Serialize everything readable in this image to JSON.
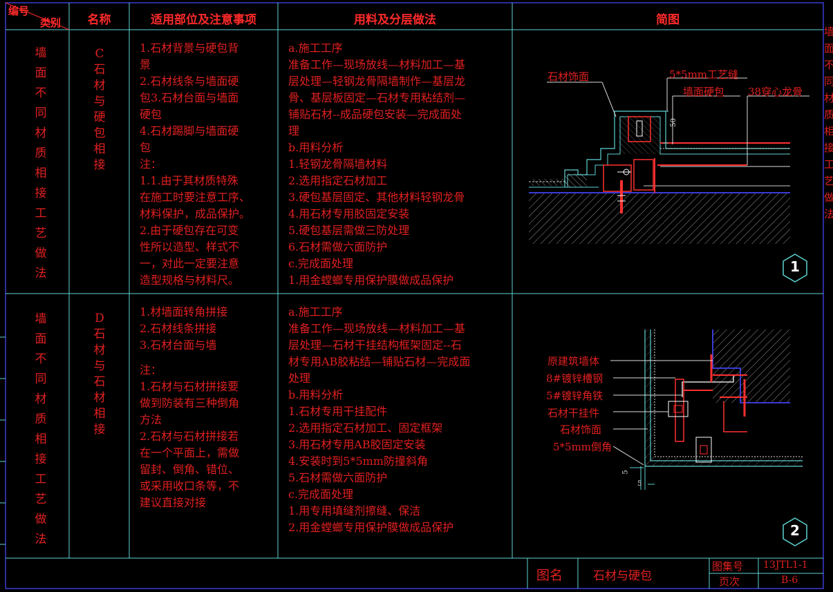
{
  "header": {
    "corner_top": "编号",
    "corner_bottom": "类别",
    "name": "名称",
    "applicable": "适用部位及注意事项",
    "materials": "用料及分层做法",
    "diagram": "简图"
  },
  "rows": [
    {
      "category": "墙面不同材质相接工艺做法",
      "name": "C石材与硬包相接",
      "notes": [
        "1.石材背景与硬包背",
        "景",
        "2.石材线条与墙面硬",
        "包3.石材台面与墙面",
        "硬包",
        "4.石材踢脚与墙面硬",
        "包",
        "注：",
        "1.1.由于其材质特殊",
        "在施工时要注意工序、",
        "材料保护，成品保护。",
        "2.由于硬包存在可变",
        "性所以造型、样式不",
        "一，对此一定要注意",
        "造型规格与材料尺。"
      ],
      "method": [
        "a.施工工序",
        "准备工作—现场放线—材料加工—基",
        "层处理—轻钢龙骨隔墙制作—基层龙",
        "骨、基层板固定—石材专用粘结剂—",
        "铺贴石材--成品硬包安装—完成面处",
        "理",
        "b.用料分析",
        "1.轻钢龙骨隔墙材料",
        "2.选用指定石材加工",
        "3.硬包基层固定、其他材料轻钢龙骨",
        "4.用石材专用胶固定安装",
        "5.硬包基层需做三防处理",
        "6.石材需做六面防护",
        "c.完成面处理",
        "1.用金螳螂专用保护膜做成品保护"
      ],
      "diagram": {
        "labels": {
          "stone": "石材饰面",
          "gap": "5*5mm工艺缝",
          "soft": "墙面硬包",
          "keel": "38穿心龙骨",
          "dim": "50"
        },
        "number": "1"
      }
    },
    {
      "category": "墙面不同材质相接工艺做法",
      "name": "D石材与石材相接",
      "notes": [
        "1.材墙面转角拼接",
        "2.石材线条拼接",
        "3.石材台面与墙",
        "",
        "注：",
        "1.石材与石材拼接要",
        "做到防装有三种倒角",
        "方法",
        "2.石材与石材拼接若",
        "在一个平面上，需做",
        "留封、倒角、错位、",
        "或采用收口条等，不",
        "建议直接对接"
      ],
      "method": [
        "a.施工工序",
        "准备工作—现场放线—材料加工—基",
        "层处理—石材干挂结构框架固定--石",
        "材专用AB胶粘结—铺贴石材—完成面",
        "处理",
        "b.用料分析",
        "1.石材专用干挂配件",
        "2.选用指定石材加工、固定框架",
        "3.用石材专用AB胶固定安装",
        "4.安装时到5*5mm防撞斜角",
        "5.石材需做六面防护",
        "c.完成面处理",
        "1.用专用填缝剂擦缝、保洁",
        "2.用金螳螂专用保护膜做成品保护"
      ],
      "diagram": {
        "labels": {
          "wall": "原建筑墙体",
          "channel": "8#镀锌槽钢",
          "angle": "5#镀锌角铁",
          "hanger": "石材干挂件",
          "stone": "石材饰面",
          "chamfer": "5*5mm倒角",
          "dim_a": "5",
          "dim_b": "5"
        },
        "number": "2"
      }
    }
  ],
  "side_text": "墙面不同材质相接工艺做法",
  "title_block": {
    "figure_label": "图名",
    "figure_name": "石材与硬包",
    "atlas_label": "图集号",
    "atlas_value": "13JTL1-1",
    "page_label": "页次",
    "page_value": "B-6"
  },
  "colors": {
    "grid": "#5fd4d4",
    "text": "#e02020",
    "frame": "#3b3bd6"
  }
}
